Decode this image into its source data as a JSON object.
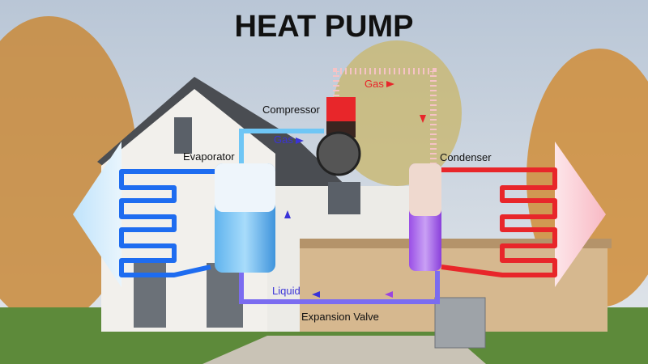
{
  "title": "HEAT PUMP",
  "labels": {
    "compressor": "Compressor",
    "gas_hot": "Gas",
    "gas_cold": "Gas",
    "evaporator": "Evaporator",
    "condenser": "Condenser",
    "liquid": "Liquid",
    "expansion_valve": "Expansion Valve"
  },
  "colors": {
    "cold": "#1e6cf0",
    "hot": "#e8262a",
    "cold_label": "#3a33d8",
    "hot_label": "#e8262a",
    "mixed": "#9b45e0"
  }
}
